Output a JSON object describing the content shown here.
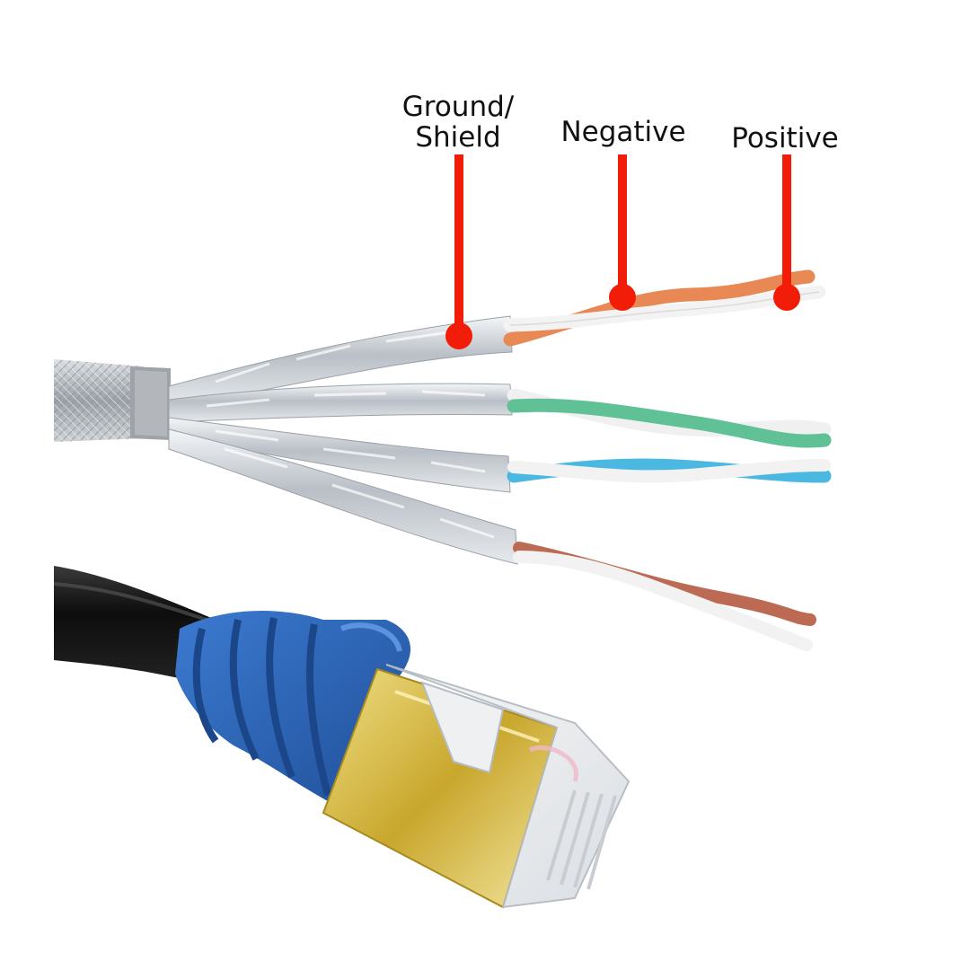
{
  "callouts": [
    {
      "id": "ground",
      "lines": [
        "Ground/",
        "Shield"
      ]
    },
    {
      "id": "negative",
      "lines": [
        "Negative"
      ]
    },
    {
      "id": "positive",
      "lines": [
        "Positive"
      ]
    }
  ],
  "colors": {
    "callout": "#f21d08",
    "background": "#ffffff",
    "foil": "#c7ccd2",
    "braid": "#b9bec3",
    "jacket": "#111111",
    "boot": "#2a63b8",
    "plug_shield": "#cdb23a",
    "wire_white": "#efefef",
    "wire_orange": "#f0a070",
    "wire_green": "#5fc195",
    "wire_blue": "#4ab8e0",
    "wire_brown": "#bd6a54"
  }
}
